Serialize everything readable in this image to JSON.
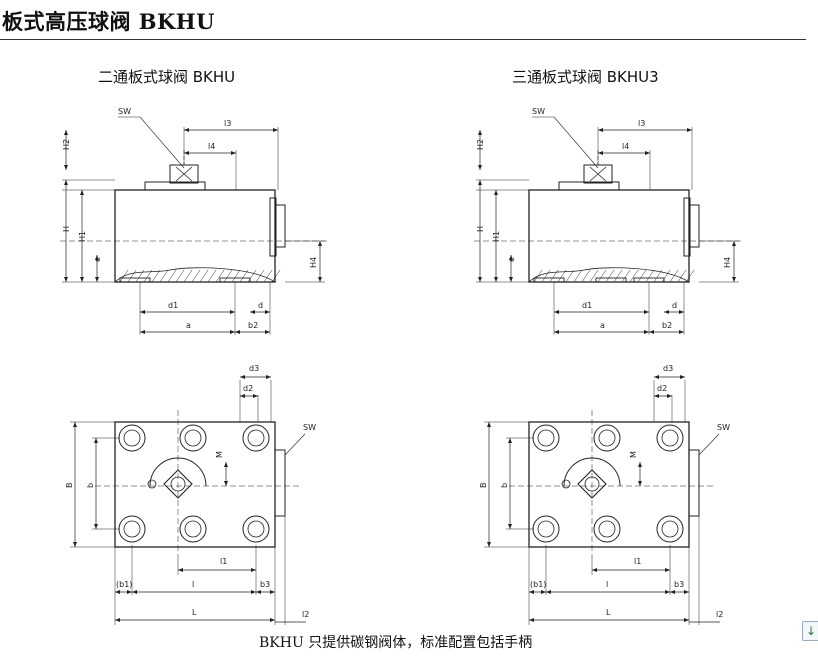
{
  "header": {
    "title": "板式高压球阀 BKHU"
  },
  "views": [
    {
      "title": "二通板式球阀 BKHU",
      "ports": 2,
      "side_labels": {
        "sw_top": "SW",
        "h2": "H2",
        "h": "H",
        "h1": "H1",
        "e": "e",
        "l3": "l3",
        "l4": "l4",
        "h4": "H4",
        "d1": "d1",
        "d": "d",
        "a": "a",
        "b2": "b2"
      },
      "top_labels": {
        "d3": "d3",
        "d2": "d2",
        "sw": "SW",
        "m": "M",
        "B": "B",
        "b": "b",
        "l1": "l1",
        "b1": "(b1)",
        "l": "l",
        "b3": "b3",
        "L": "L",
        "l2": "l2"
      }
    },
    {
      "title": "三通板式球阀 BKHU3",
      "ports": 3,
      "side_labels": {
        "sw_top": "SW",
        "h2": "H2",
        "h": "H",
        "h1": "H1",
        "e": "e",
        "l3": "l3",
        "l4": "l4",
        "h4": "H4",
        "d1": "d1",
        "d": "d",
        "a": "a",
        "b2": "b2"
      },
      "top_labels": {
        "d3": "d3",
        "d2": "d2",
        "sw": "SW",
        "m": "M",
        "B": "B",
        "b": "b",
        "l1": "l1",
        "b1": "(b1)",
        "l": "l",
        "b3": "b3",
        "L": "L",
        "l2": "l2"
      }
    }
  ],
  "footer": {
    "caption": "BKHU 只提供碳钢阀体，标准配置包括手柄"
  },
  "scroll_button": {
    "icon": "arrow-down-icon",
    "glyph": "↓"
  }
}
